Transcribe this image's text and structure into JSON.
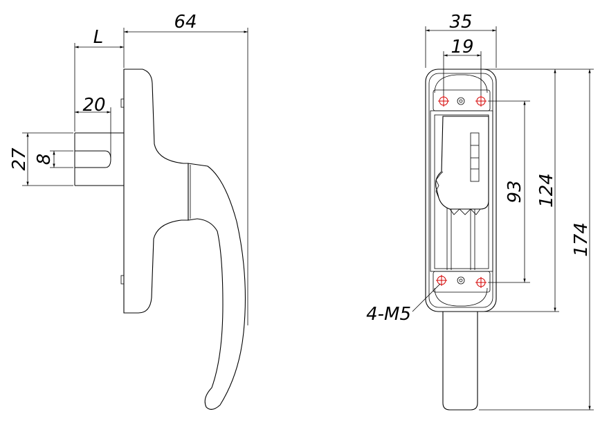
{
  "side_view": {
    "dim_width": "64",
    "dim_spindle_length": "L",
    "dim_spindle_reach": "20",
    "dim_spindle_height": "27",
    "dim_square": "8"
  },
  "front_view": {
    "dim_width": "35",
    "dim_hole_spacing_x": "19",
    "dim_hole_spacing_y": "93",
    "dim_base_height": "124",
    "dim_total_height": "174",
    "screw_callout": "4-M5"
  }
}
